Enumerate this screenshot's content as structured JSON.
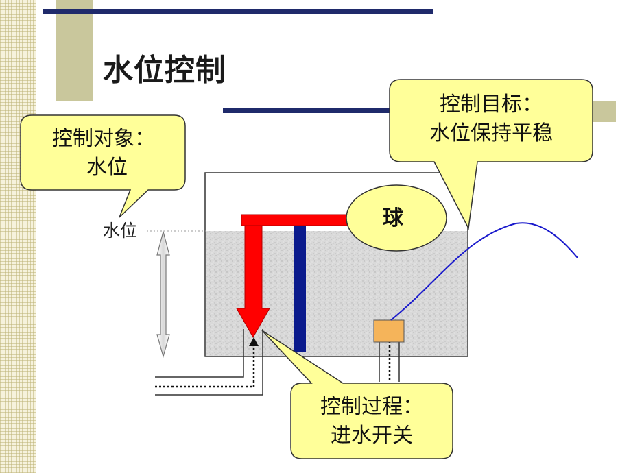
{
  "slide": {
    "title": "水位控制"
  },
  "callouts": {
    "controlled_object": {
      "line1": "控制对象：",
      "line2": "水位"
    },
    "control_goal": {
      "line1": "控制目标：",
      "line2": "水位保持平稳"
    },
    "control_process": {
      "line1": "控制过程：",
      "line2": "进水开关"
    }
  },
  "labels": {
    "water_level": "水位",
    "float_ball": "球"
  },
  "colors": {
    "callout_fill": "#ffff99",
    "rule_blue": "#1f2a6b",
    "arrow_red": "#ff0000",
    "rod_blue": "#0a1a8c",
    "curve_blue": "#1a1acc",
    "sensor_orange": "#f5b45a",
    "water_fill": "#d9d9d9"
  }
}
